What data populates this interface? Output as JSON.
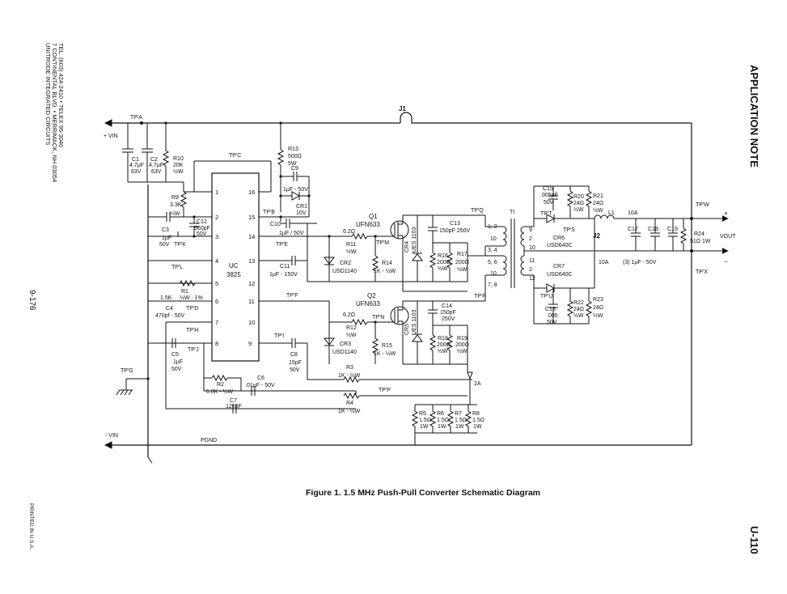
{
  "page": {
    "header": "APPLICATION NOTE",
    "page_code": "U-110",
    "page_number": "9-176",
    "company_lines": [
      "UNITRODE INTEGRATED CIRCUITS",
      "7 CONTINENTAL BLVD. • MERRIMACK, NH 03054",
      "TEL. (603) 424-2410 • TELEX 95-3040"
    ],
    "printed": "PRINTED IN U.S.A.",
    "caption": "Figure 1.  1.5 MHz Push-Pull Converter Schematic Diagram"
  },
  "schematic": {
    "connector": "J1",
    "ic": {
      "line1": "UC",
      "line2": "3825",
      "pins_left": [
        "1",
        "2",
        "3",
        "4",
        "5",
        "6",
        "7",
        "8"
      ],
      "pins_right": [
        "16",
        "15",
        "14",
        "13",
        "12",
        "11",
        "10",
        "9"
      ]
    },
    "net_labels": {
      "vin_pos": "+ VIN",
      "vin_neg": "- VIN",
      "pgnd": "PGND",
      "vout": "VOUT",
      "plus": "+",
      "minus": "−",
      "tpa": "TP'A",
      "tpb": "TP'B",
      "tpc": "TP'C",
      "tpd": "TP'D",
      "tpe": "TP'E",
      "tpf": "TP'F",
      "tpg": "TP'G",
      "tph": "TP'H",
      "tpi": "TP'I",
      "tpj": "TP'J",
      "tpk": "TP'K",
      "tpl": "TP'L",
      "tpm": "TP'M",
      "tpn": "TP'N",
      "tpp": "TP'P",
      "tpq": "TP'Q",
      "tpP2": "TP'P",
      "tps": "TP'S",
      "tpt": "TP'T",
      "tpu": "TP'U",
      "tpw": "TP'W",
      "tpx": "TP'X",
      "j2": "J2",
      "ti": "TI",
      "fuse": "2A",
      "i10a_top": "10A",
      "i10a_bot": "10A",
      "caps_out": "(3) 1µF - 50V"
    },
    "components": {
      "c1": [
        "C1",
        "4.7µF",
        "63V"
      ],
      "c2": [
        "C2",
        "4.7µF",
        "63V"
      ],
      "r10": [
        "R10",
        "20K",
        "½W"
      ],
      "r13": [
        "R13",
        "500Ω",
        "5W"
      ],
      "c9": [
        "C9",
        "1µF - 50V"
      ],
      "cr1": [
        "CR1",
        "10V"
      ],
      "r9": [
        "R9",
        "3.3K",
        "¼W"
      ],
      "c3": [
        "C3",
        "1µF",
        "50V"
      ],
      "c12": [
        "C12",
        "560pF",
        "50V"
      ],
      "c10": [
        "C10",
        "1µF / 50V"
      ],
      "c11": [
        "C11",
        "1µF - 150V"
      ],
      "r1": [
        "R1",
        "1.5K",
        "½W - 1%"
      ],
      "c4": [
        "C4",
        "470pf - 50V"
      ],
      "c5": [
        "C5",
        ".1µF",
        "50V"
      ],
      "c8": [
        "C8",
        "15pF",
        "50V"
      ],
      "r2": [
        "R2",
        "6.8K - ½W"
      ],
      "c6": [
        "C6",
        ".01µF - 50V"
      ],
      "c7": [
        "C7",
        "120pF"
      ],
      "r3": [
        "R3",
        "1K - ½W"
      ],
      "r4": [
        "R4",
        "1K - ½W"
      ],
      "q1": [
        "Q1",
        "UFN633"
      ],
      "q2": [
        "Q2",
        "UFN633"
      ],
      "r11": [
        "6.2Ω",
        "R11",
        "½W"
      ],
      "r12": [
        "6.2Ω",
        "R12",
        "½W"
      ],
      "cr2": [
        "CR2",
        "USD1140"
      ],
      "cr3": [
        "CR3",
        "USD1140"
      ],
      "r14": [
        "R14",
        "1K - ½W"
      ],
      "r15": [
        "R15",
        "1K - ½W"
      ],
      "cr4": [
        "CR4",
        "UES 1103"
      ],
      "cr5": [
        "CR5",
        "UES 1103"
      ],
      "c13": [
        "C13",
        "150pF 250V"
      ],
      "c14": [
        "C14",
        "150pF",
        "250V"
      ],
      "r16": [
        "R16",
        "200Ω",
        "½W"
      ],
      "r17": [
        "R17",
        "200Ω",
        "½W"
      ],
      "r18": [
        "R18",
        "200Ω",
        "½W"
      ],
      "r19": [
        "R19",
        "200Ω",
        "½W"
      ],
      "r5": [
        "R5",
        "1.5Ω",
        "1W"
      ],
      "r6": [
        "R6",
        "1.5Ω",
        "1W"
      ],
      "r7": [
        "R7",
        "1.5Ω",
        "1W"
      ],
      "r8": [
        "R8",
        "1.5Ω",
        "1W"
      ],
      "t1": [
        "1, 2",
        "10",
        "3, 4",
        "5, 6",
        "10",
        "7, 8",
        "9",
        "2",
        "10",
        "11",
        "2",
        "12"
      ],
      "c15": [
        "C15",
        ".005µF",
        "50V"
      ],
      "r20": [
        "R20",
        "24Ω",
        "½W"
      ],
      "r21": [
        "R21",
        "24Ω",
        "½W"
      ],
      "cr6": [
        "CR6",
        "USD640C"
      ],
      "cr7": [
        "CR7",
        "USD640C"
      ],
      "c16": [
        "C16",
        ".005",
        "50V"
      ],
      "r22": [
        "R22",
        "24Ω",
        "½W"
      ],
      "r23": [
        "R23",
        "24Ω",
        "½W"
      ],
      "l1": [
        "L1"
      ],
      "c17": [
        "C17"
      ],
      "c18": [
        "C18"
      ],
      "c19": [
        "C19"
      ],
      "r24": [
        "R24",
        "51Ω 1W"
      ]
    }
  }
}
